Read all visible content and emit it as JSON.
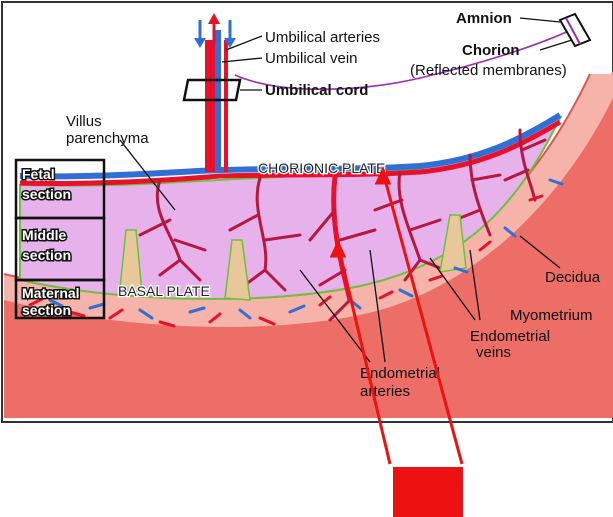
{
  "labels": {
    "umbilical_arteries": "Umbilical arteries",
    "umbilical_vein": "Umbilical vein",
    "umbilical_cord": "Umbilical cord",
    "amnion": "Amnion",
    "chorion": "Chorion",
    "reflected_membranes": "(Reflected membranes)",
    "villus_line1": "Villus",
    "villus_line2": "parenchyma",
    "chorionic_plate": "CHORIONIC PLATE",
    "basal_plate": "BASAL PLATE",
    "decidua": "Decidua",
    "myometrium": "Myometrium",
    "endometrial_veins_line1": "Endometrial",
    "endometrial_veins_line2": "veins",
    "endometrial_arteries_line1": "Endometrial",
    "endometrial_arteries_line2": "arteries"
  },
  "sections": {
    "fetal_line1": "Fetal",
    "fetal_line2": "section",
    "middle_line1": "Middle",
    "middle_line2": "section",
    "maternal_line1": "Maternal",
    "maternal_line2": "section"
  },
  "colors": {
    "artery": "#e8102a",
    "vein": "#2f6fd6",
    "villus_fill": "#e7b2ec",
    "villus_outline": "#6cc23a",
    "decidua": "#f6b3aa",
    "myometrium": "#ec6e66",
    "annotation": "#ee1111"
  }
}
